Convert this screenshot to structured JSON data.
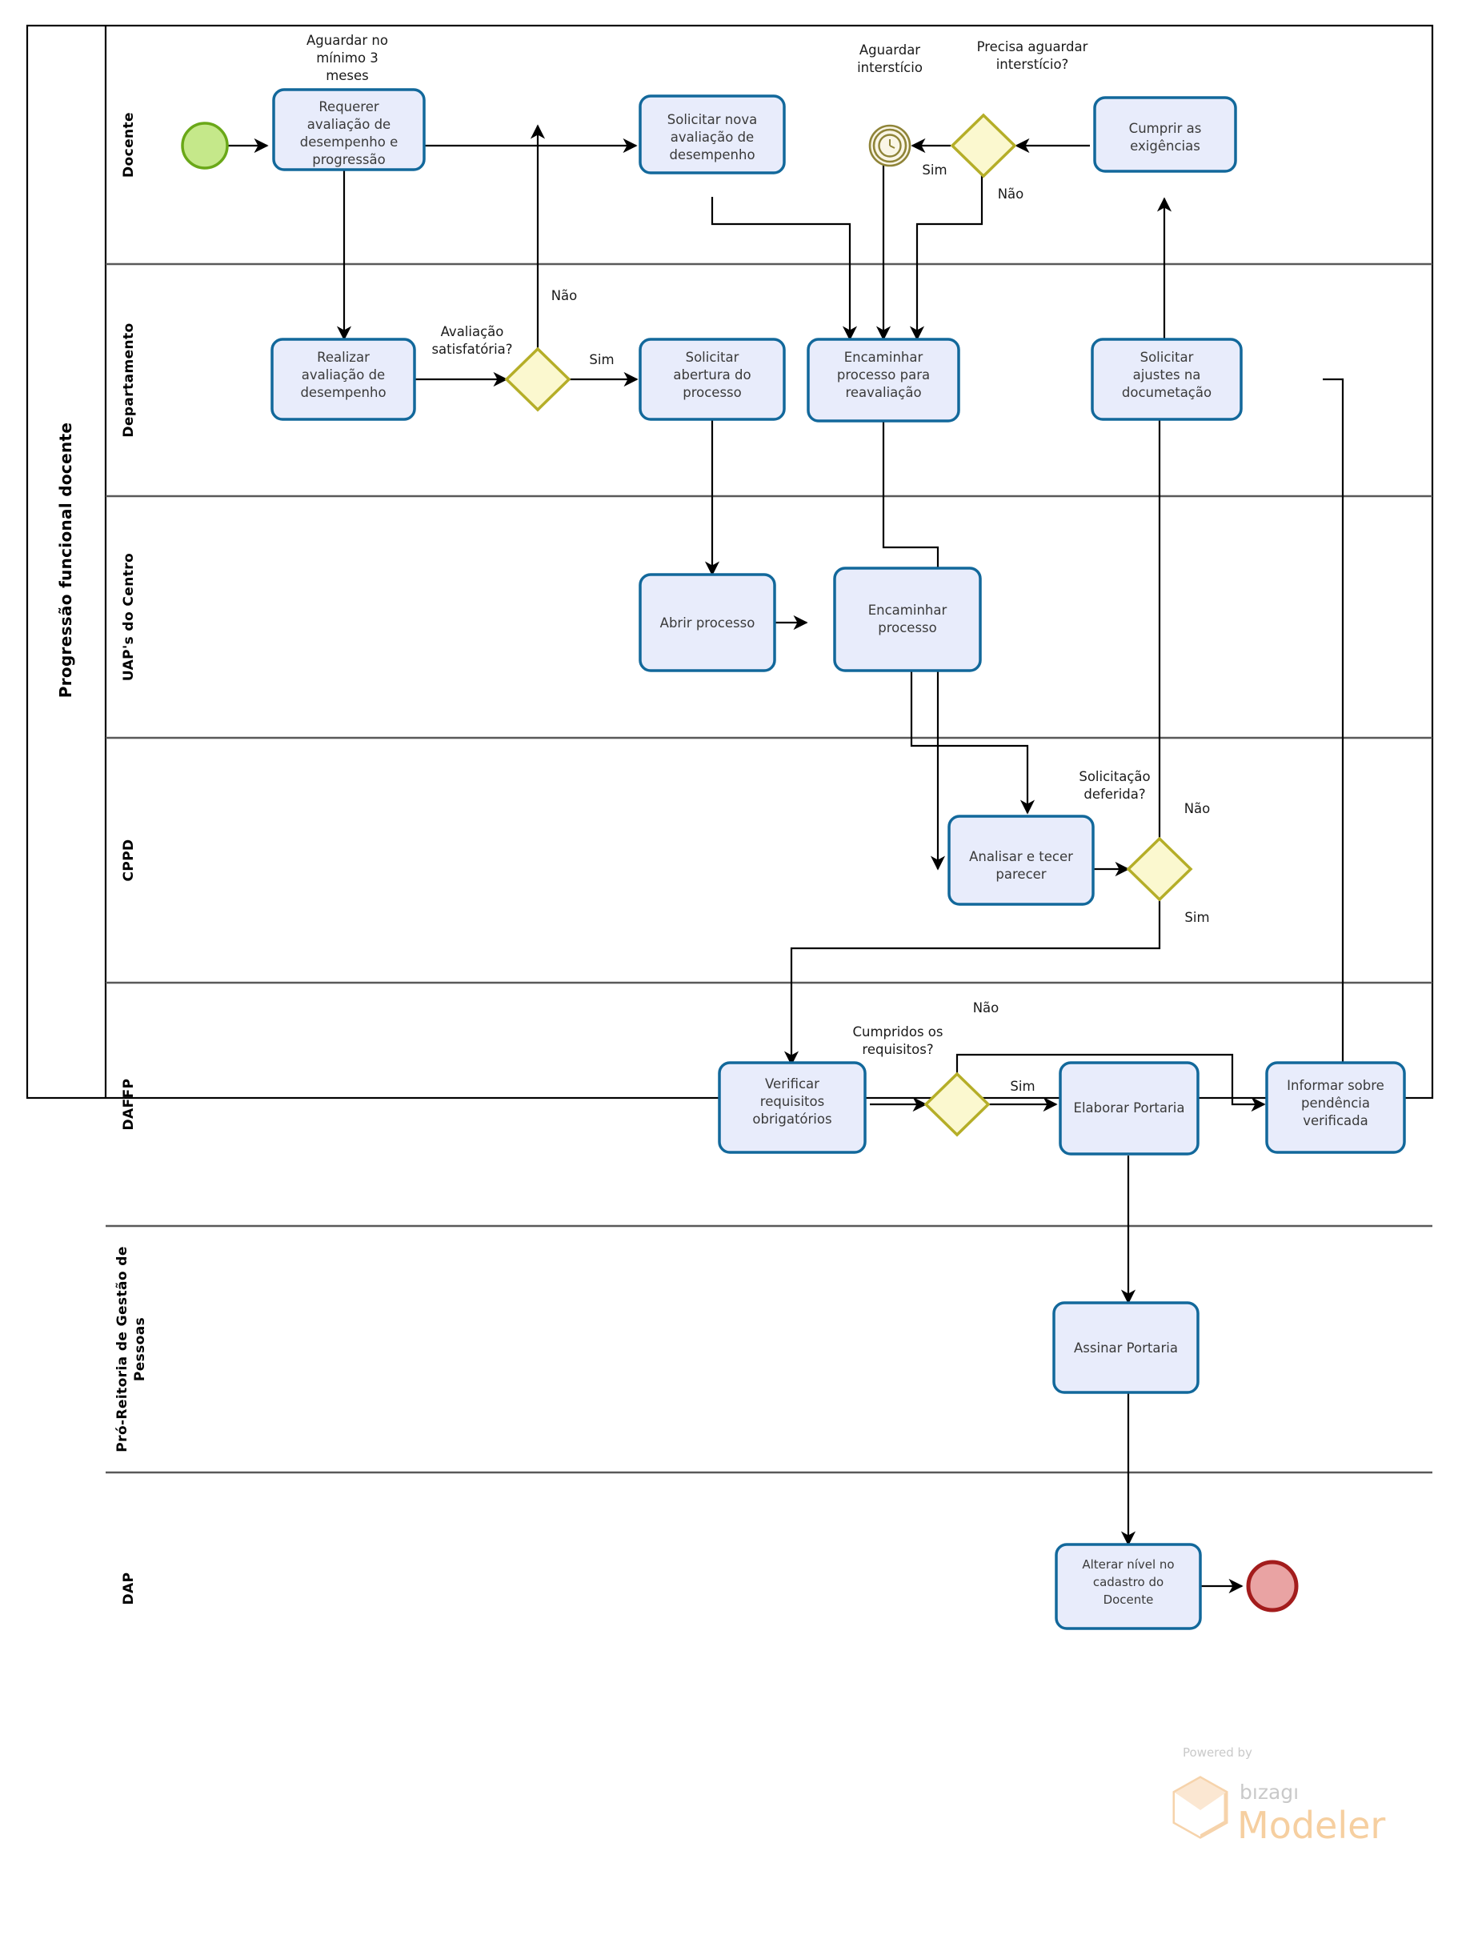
{
  "pool": {
    "title": "Progressão funcional docente"
  },
  "lanes": [
    {
      "id": "docente",
      "label": "Docente"
    },
    {
      "id": "departamento",
      "label": "Departamento"
    },
    {
      "id": "uaps",
      "label": "UAP's do Centro"
    },
    {
      "id": "cppd",
      "label": "CPPD"
    },
    {
      "id": "daffp",
      "label": "DAFFP"
    },
    {
      "id": "progep",
      "label": "Pró-Reitoria de Gestão de Pessoas"
    },
    {
      "id": "dap",
      "label": "DAP"
    }
  ],
  "events": {
    "start": {
      "name": "start-event",
      "color": "#c5e88a",
      "stroke": "#6aa818"
    },
    "end": {
      "name": "end-event",
      "color": "#e9a3a3",
      "stroke": "#a31c1c"
    },
    "timer1": {
      "label_line1": "Aguardar no",
      "label_line2": "mínimo 3",
      "label_line3": "meses"
    },
    "timer2": {
      "label_line1": "Aguardar",
      "label_line2": "interstício"
    }
  },
  "tasks": {
    "requerer": {
      "l1": "Requerer",
      "l2": "avaliação de",
      "l3": "desempenho e",
      "l4": "progressão"
    },
    "solicitar_nova": {
      "l1": "Solicitar nova",
      "l2": "avaliação de",
      "l3": "desempenho"
    },
    "cumprir": {
      "l1": "Cumprir as",
      "l2": "exigências"
    },
    "realizar": {
      "l1": "Realizar",
      "l2": "avaliação de",
      "l3": "desempenho"
    },
    "solicitar_abertura": {
      "l1": "Solicitar",
      "l2": "abertura do",
      "l3": "processo"
    },
    "encaminhar_reav": {
      "l1": "Encaminhar",
      "l2": "processo para",
      "l3": "reavaliação"
    },
    "solicitar_ajustes": {
      "l1": "Solicitar",
      "l2": "ajustes na",
      "l3": "documetação"
    },
    "abrir_processo": {
      "l1": "Abrir processo"
    },
    "encaminhar_processo": {
      "l1": "Encaminhar",
      "l2": "processo"
    },
    "analisar": {
      "l1": "Analisar e tecer",
      "l2": "parecer"
    },
    "verificar": {
      "l1": "Verificar",
      "l2": "requisitos",
      "l3": "obrigatórios"
    },
    "elaborar": {
      "l1": "Elaborar Portaria"
    },
    "informar": {
      "l1": "Informar sobre",
      "l2": "pendência",
      "l3": "verificada"
    },
    "assinar": {
      "l1": "Assinar Portaria"
    },
    "alterar": {
      "l1": "Alterar nível no",
      "l2": "cadastro do",
      "l3": "Docente"
    }
  },
  "gateways": {
    "avaliacao": {
      "l1": "Avaliação",
      "l2": "satisfatória?"
    },
    "interesticio": {
      "l1": "Precisa aguardar",
      "l2": "interstício?"
    },
    "solicitacao": {
      "l1": "Solicitação",
      "l2": "deferida?"
    },
    "requisitos": {
      "l1": "Cumpridos os",
      "l2": "requisitos?"
    }
  },
  "flow_labels": {
    "sim": "Sim",
    "nao": "Não",
    "nao_avaliacao": "Não",
    "sim_avaliacao": "Sim",
    "sim_interesticio": "Sim",
    "nao_interesticio": "Não",
    "nao_solicitacao": "Não",
    "sim_solicitacao": "Sim",
    "nao_requisitos": "Não",
    "sim_requisitos": "Sim"
  },
  "branding": {
    "powered": "Powered by",
    "bizagi": "bızagı",
    "modeler": "Modeler"
  },
  "colors": {
    "task_fill": "#e8ecfb",
    "task_stroke": "#12689b",
    "gateway_fill": "#fbf8cf",
    "gateway_stroke": "#b5ae28",
    "start_fill": "#c5e88a",
    "end_fill": "#e9a3a3",
    "timer_stroke": "#8f8438",
    "lane_stroke": "#595959"
  }
}
